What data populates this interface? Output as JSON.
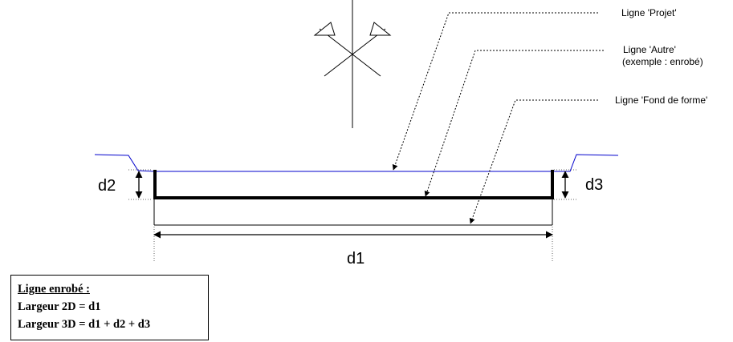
{
  "labels": {
    "projet": "Ligne 'Projet'",
    "autre_line1": "Ligne 'Autre'",
    "autre_line2": "(exemple : enrobé)",
    "fond": "Ligne 'Fond de forme'"
  },
  "dimensions": {
    "d1": "d1",
    "d2": "d2",
    "d3": "d3"
  },
  "legend": {
    "title": "Ligne enrobé :",
    "line1": "Largeur 2D = d1",
    "line2": "Largeur 3D = d1 + d2 + d3"
  },
  "colors": {
    "projet_line": "#0000cc",
    "structure": "#000000"
  }
}
